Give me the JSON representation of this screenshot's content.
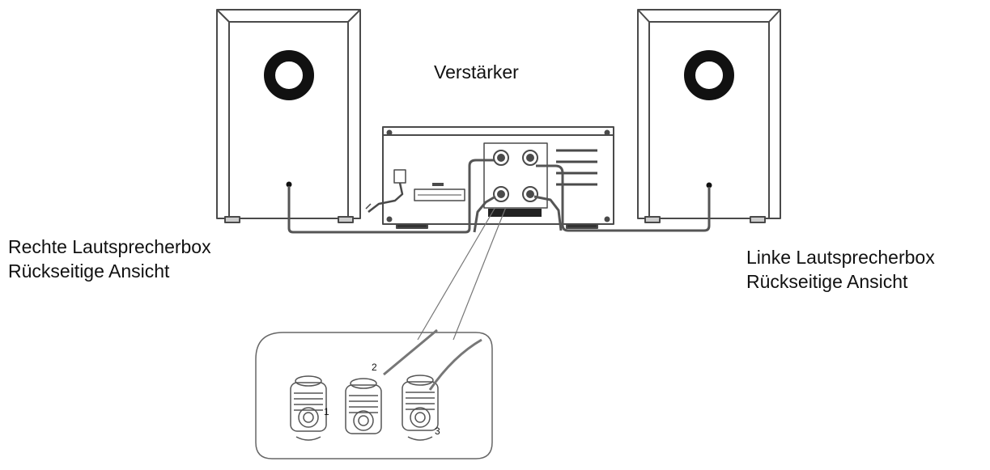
{
  "labels": {
    "amplifier": "Verstärker",
    "right_box_line1": "Rechte Lautsprecherbox",
    "right_box_line2": "Rückseitige Ansicht",
    "left_box_line1": "Linke Lautsprecherbox",
    "left_box_line2": "Rückseitige Ansicht"
  },
  "callouts": {
    "step1": "1",
    "step2": "2",
    "step3": "3"
  },
  "colors": {
    "line": "#4a4a4a",
    "cable": "#555555",
    "dark": "#111111",
    "background": "#ffffff"
  }
}
